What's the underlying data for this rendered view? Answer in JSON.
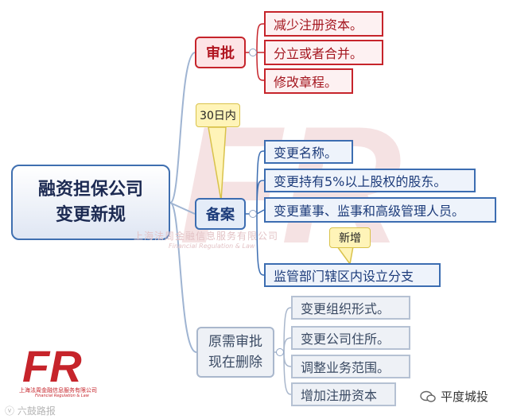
{
  "root": {
    "line1": "融资担保公司",
    "line2": "变更新规"
  },
  "categories": {
    "approval": "审批",
    "filing": "备案",
    "removed": {
      "line1": "原需审批",
      "line2": "现在删除"
    }
  },
  "approval_items": [
    "减少注册资本。",
    "分立或者合并。",
    "修改章程。"
  ],
  "filing_items": [
    "变更名称。",
    "变更持有5%以上股权的股东。",
    "变更董事、监事和高级管理人员。",
    "监管部门辖区内设立分支"
  ],
  "removed_items": [
    "变更组织形式。",
    "变更公司住所。",
    "调整业务范围。",
    "增加注册资本"
  ],
  "callouts": {
    "filing_note": "30日内",
    "new_note": "新增"
  },
  "watermark": {
    "text": "FR",
    "company": "上海法周金融信息服务有限公司",
    "company_en": "Financial Regulation & Law",
    "bottom_left": "六鼓路报"
  },
  "source": "平度城投",
  "colors": {
    "approval": "#c6242b",
    "filing": "#3c6db1",
    "removed": "#a9b7cc",
    "callout": "#fff4b8"
  }
}
